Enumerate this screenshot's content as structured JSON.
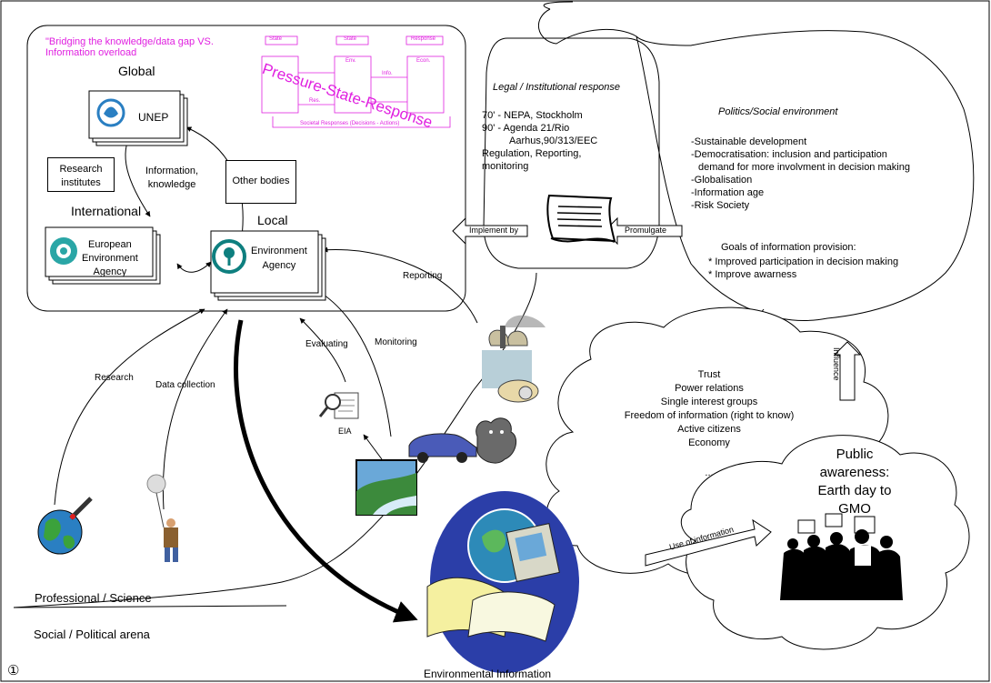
{
  "note_pink": [
    "\"Bridging the knowledge/data gap VS.",
    "Information overload"
  ],
  "psr": {
    "title": "Pressure-State-Response",
    "headers": [
      "State",
      "State",
      "Response"
    ],
    "cells": [
      "Env.",
      "Econ.",
      "Info.",
      "Res."
    ],
    "footer": "Societal Responses (Decisions - Actions)"
  },
  "levels": {
    "global": "Global",
    "international": "International",
    "local": "Local"
  },
  "orgs": {
    "unep": "UNEP",
    "eea": [
      "European",
      "Environment",
      "Agency"
    ],
    "ea": [
      "Environment",
      "Agency"
    ],
    "research_institutes": [
      "Research",
      "institutes"
    ],
    "other_bodies": "Other bodies",
    "info_knowledge": [
      "Information,",
      "knowledge"
    ]
  },
  "legal": {
    "title": "Legal / Institutional response",
    "lines": [
      "70' - NEPA, Stockholm",
      "90' - Agenda 21/Rio",
      "Aarhus,90/313/EEC",
      "Regulation, Reporting,",
      "monitoring"
    ]
  },
  "arrows": {
    "implement_by": "Implement by",
    "promulgate": "Promulgate",
    "influence": "Influence",
    "use_of_information": "Use of information"
  },
  "politics": {
    "title": "Politics/Social environment",
    "bullets": [
      "-Sustainable development",
      "-Democratisation: inclusion and participation",
      "demand for more involvment in decision making",
      "-Globalisation",
      "-Information age",
      "-Risk Society"
    ],
    "goals_title": "Goals of information provision:",
    "goals": [
      "* Improved participation in decision making",
      "* Improve awarness"
    ]
  },
  "flow_labels": {
    "reporting": "Reporting",
    "monitoring": "Monitoring",
    "evaluating": "Evaluating",
    "research": "Research",
    "data_collection": "Data collection",
    "eia": "EIA"
  },
  "social_cloud": [
    "Trust",
    "Power relations",
    "Single interest groups",
    "Freedom of information (right to know)",
    "Active citizens",
    "Economy",
    "..."
  ],
  "public": [
    "Public",
    "awareness:",
    "Earth day to",
    "GMO"
  ],
  "arenas": {
    "professional": "Professional / Science",
    "social": "Social / Political arena"
  },
  "env_info": "Environmental Information",
  "page_marker": "①"
}
